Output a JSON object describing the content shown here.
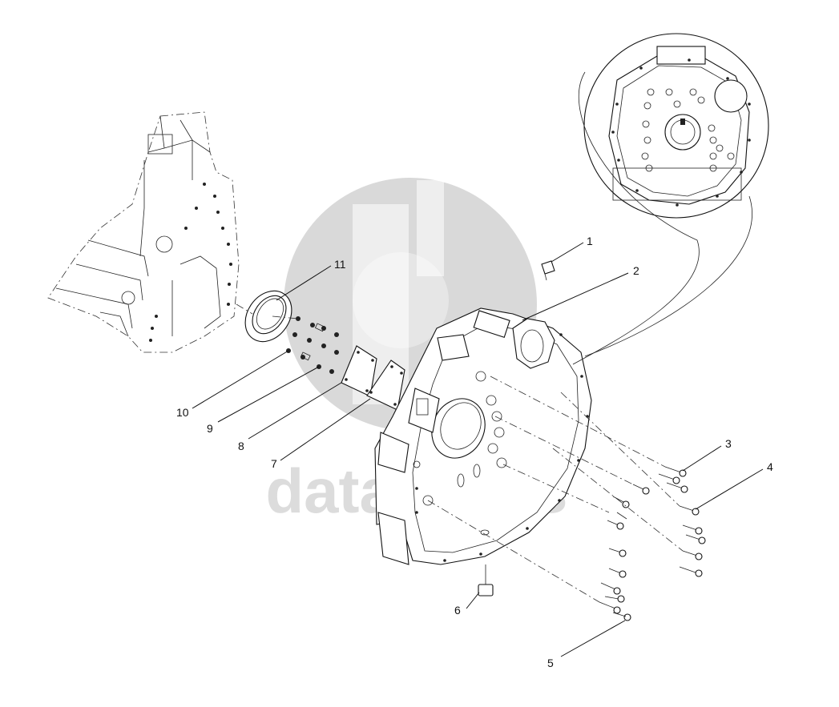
{
  "diagram": {
    "watermark": {
      "brand_text": "data-parts",
      "logo_letters": "dp",
      "color": "#d9d9d9"
    },
    "callouts": [
      "1",
      "2",
      "3",
      "4",
      "5",
      "6",
      "7",
      "8",
      "9",
      "10",
      "11"
    ],
    "line_color": "#111111"
  }
}
